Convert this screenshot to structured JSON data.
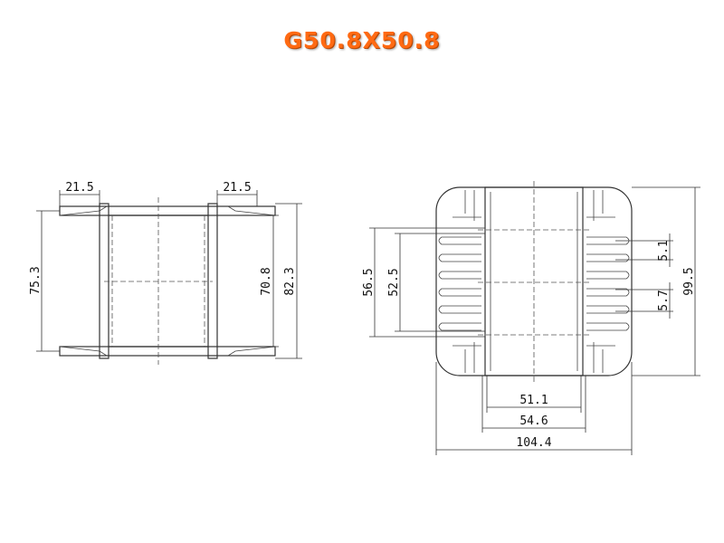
{
  "title": "G50.8X50.8",
  "colors": {
    "title": "#ff6a13",
    "lines": "#333333"
  },
  "side_view": {
    "dim_flange_left": "21.5",
    "dim_flange_right": "21.5",
    "dim_height_left": "75.3",
    "dim_inner": "70.8",
    "dim_outer": "82.3"
  },
  "front_view": {
    "dim_56_5": "56.5",
    "dim_52_5": "52.5",
    "dim_pitch_1": "5.1",
    "dim_pitch_2": "5.7",
    "dim_height": "99.5",
    "dim_51_1": "51.1",
    "dim_54_6": "54.6",
    "dim_width": "104.4"
  }
}
